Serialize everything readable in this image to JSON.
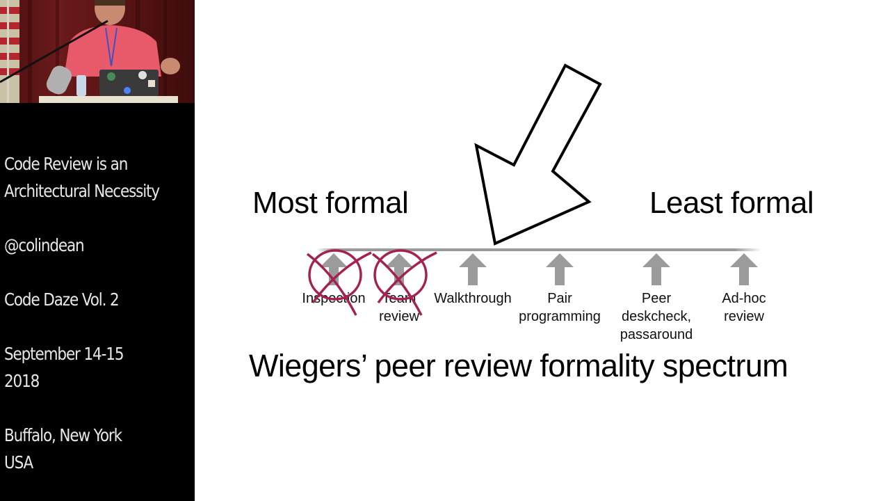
{
  "sidebar": {
    "video_feed": "speaker-video",
    "talk_title": "Code Review is an Architectural Necessity",
    "talk_title_line1": "Code Review is an",
    "talk_title_line2": "Architectural Necessity",
    "handle": "@colindean",
    "event": "Code Daze Vol. 2",
    "date_line1": "September 14-15",
    "date_line2": "2018",
    "location_line1": "Buffalo, New York",
    "location_line2": "USA"
  },
  "slide": {
    "left_heading": "Most formal",
    "right_heading": "Least formal",
    "title": "Wiegers’ peer review formality spectrum",
    "spectrum_items": [
      {
        "label_lines": [
          "Inspection"
        ],
        "crossed_out": true
      },
      {
        "label_lines": [
          "Team",
          "review"
        ],
        "crossed_out": true
      },
      {
        "label_lines": [
          "Walkthrough"
        ],
        "crossed_out": false
      },
      {
        "label_lines": [
          "Pair",
          "programming"
        ],
        "crossed_out": false
      },
      {
        "label_lines": [
          "Peer",
          "deskcheck,",
          "passaround"
        ],
        "crossed_out": false
      },
      {
        "label_lines": [
          "Ad-hoc",
          "review"
        ],
        "crossed_out": false
      }
    ],
    "pointer_arrow": "outlined-arrow-pointing-down-left",
    "colors": {
      "cross_out": "#a3224f",
      "spectrum_arrow": "#9b9b9b",
      "text": "#000000",
      "background": "#ffffff"
    }
  }
}
